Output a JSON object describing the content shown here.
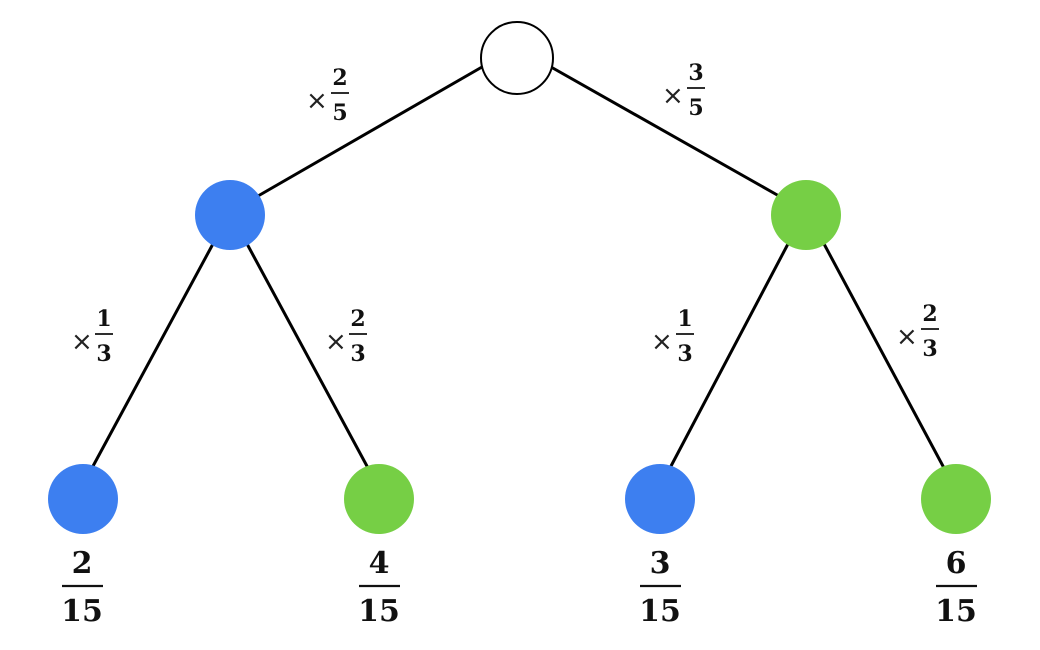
{
  "colors": {
    "blue": "#3d7ff0",
    "green": "#76cf45",
    "root_fill": "#ffffff",
    "edge": "#000000"
  },
  "diagram": {
    "root": {
      "fill": "root_fill"
    },
    "level1": [
      {
        "id": "L",
        "color": "blue",
        "edge_label": {
          "sym": "×",
          "num": "2",
          "den": "5"
        }
      },
      {
        "id": "R",
        "color": "green",
        "edge_label": {
          "sym": "×",
          "num": "3",
          "den": "5"
        }
      }
    ],
    "leaves": [
      {
        "id": "LL",
        "parent": "L",
        "color": "blue",
        "edge_label": {
          "sym": "×",
          "num": "1",
          "den": "3"
        },
        "result": {
          "num": "2",
          "den": "15"
        }
      },
      {
        "id": "LR",
        "parent": "L",
        "color": "green",
        "edge_label": {
          "sym": "×",
          "num": "2",
          "den": "3"
        },
        "result": {
          "num": "4",
          "den": "15"
        }
      },
      {
        "id": "RL",
        "parent": "R",
        "color": "blue",
        "edge_label": {
          "sym": "×",
          "num": "1",
          "den": "3"
        },
        "result": {
          "num": "3",
          "den": "15"
        }
      },
      {
        "id": "RR",
        "parent": "R",
        "color": "green",
        "edge_label": {
          "sym": "×",
          "num": "2",
          "den": "3"
        },
        "result": {
          "num": "6",
          "den": "15"
        }
      }
    ]
  }
}
